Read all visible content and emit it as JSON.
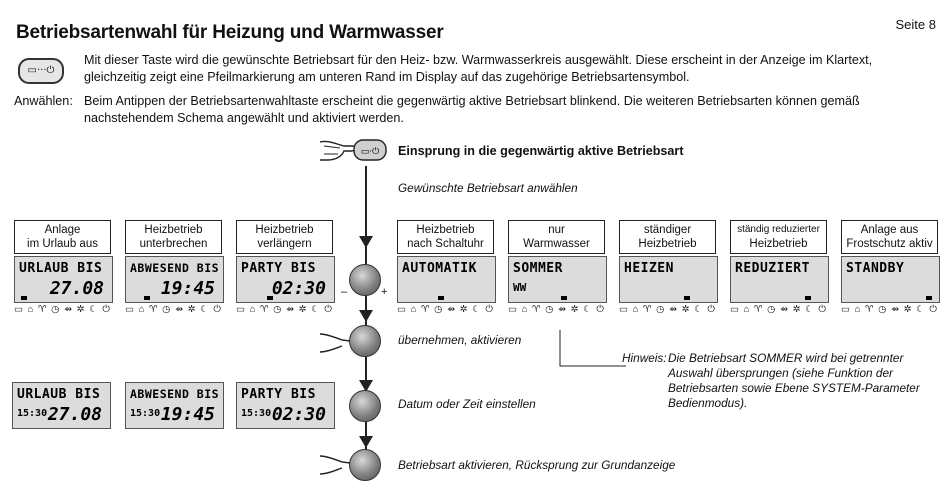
{
  "header": {
    "title": "Betriebsartenwahl für Heizung und Warmwasser",
    "page": "Seite 8"
  },
  "intro": {
    "button_glyph": "▭···⏻",
    "line1": "Mit dieser Taste wird die gewünschte Betriebsart für den Heiz- bzw. Warmwasserkreis ausgewählt. Diese erscheint in der Anzeige im Klartext,",
    "line2": "gleichzeitig zeigt eine Pfeilmarkierung am unteren Rand im Display auf das zugehörige Betriebsartensymbol."
  },
  "anwaehlen": {
    "label": "Anwählen:",
    "line1": "Beim Antippen der Betriebsartenwahltaste erscheint die gegenwärtig aktive Betriebsart blinkend. Die weiteren Betriebsarten können gemäß",
    "line2": "nachstehendem Schema angewählt und aktiviert werden."
  },
  "flow": {
    "entry": "Einsprung in die gegenwärtig aktive Betriebsart",
    "select": "Gewünschte Betriebsart anwählen",
    "accept": "übernehmen, aktivieren",
    "set_datetime": "Datum oder Zeit einstellen",
    "activate": "Betriebsart aktivieren, Rücksprung zur Grundanzeige"
  },
  "modes": [
    {
      "label1": "Anlage",
      "label2": "im Urlaub aus",
      "lcd1": "URLAUB BIS",
      "lcd2": "27.08"
    },
    {
      "label1": "Heizbetrieb",
      "label2": "unterbrechen",
      "lcd1": "ABWESEND BIS",
      "lcd2": "19:45"
    },
    {
      "label1": "Heizbetrieb",
      "label2": "verlängern",
      "lcd1": "PARTY BIS",
      "lcd2": "02:30"
    },
    {
      "label1": "Heizbetrieb",
      "label2": "nach Schaltuhr",
      "lcd1": "AUTOMATIK",
      "lcd2": ""
    },
    {
      "label1": "nur",
      "label2": "Warmwasser",
      "lcd1": "SOMMER",
      "lcd2": "WW"
    },
    {
      "label1": "ständiger",
      "label2": "Heizbetrieb",
      "lcd1": "HEIZEN",
      "lcd2": ""
    },
    {
      "label1": "ständig reduzierter",
      "label2": "Heizbetrieb",
      "lcd1": "REDUZIERT",
      "lcd2": ""
    },
    {
      "label1": "Anlage aus",
      "label2": "Frostschutz aktiv",
      "lcd1": "STANDBY",
      "lcd2": ""
    }
  ],
  "symbols_row": "▭ ⌂ ♈ ◷ ⇴ ✲ ☾ ⏻",
  "lower_lcds": [
    {
      "lcd1": "URLAUB BIS",
      "time": "15:30",
      "value": "27.08"
    },
    {
      "lcd1": "ABWESEND BIS",
      "time": "15:30",
      "value": "19:45"
    },
    {
      "lcd1": "PARTY BIS",
      "time": "15:30",
      "value": "02:30"
    }
  ],
  "hinweis": {
    "label": "Hinweis:",
    "line1": "Die Betriebsart SOMMER wird bei getrennter",
    "line2": "Auswahl übersprungen (siehe Funktion der",
    "line3": "Betriebsarten sowie Ebene SYSTEM-Parameter",
    "line4": "Bedienmodus)."
  },
  "knob_minus": "–",
  "knob_plus": "+"
}
